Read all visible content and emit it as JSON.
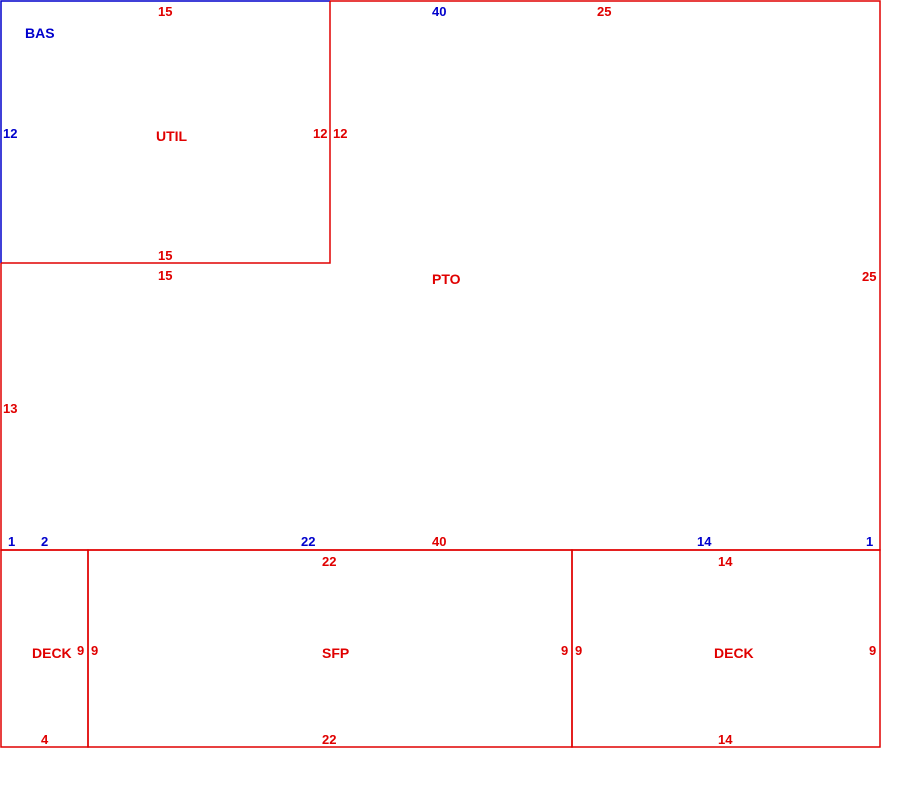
{
  "colors": {
    "red": "#e00000",
    "blue": "#0000cc"
  },
  "areas": {
    "bas": "BAS",
    "util": "UTIL",
    "pto": "PTO",
    "deck_left": "DECK",
    "sfp": "SFP",
    "deck_right": "DECK"
  },
  "dims": {
    "top_15": "15",
    "top_40": "40",
    "top_25": "25",
    "left_12": "12",
    "util_right_12": "12",
    "pto_left_12": "12",
    "util_bottom_15": "15",
    "pto_inner_15": "15",
    "right_25": "25",
    "left_13": "13",
    "bottom_1_left": "1",
    "bottom_2": "2",
    "bottom_22": "22",
    "bottom_40": "40",
    "bottom_14": "14",
    "bottom_1_right": "1",
    "sfp_top_22": "22",
    "deck_right_top_14": "14",
    "deck_left_right_9": "9",
    "sfp_left_9": "9",
    "sfp_right_9": "9",
    "deck_right_left_9": "9",
    "deck_right_right_9": "9",
    "deck_left_bottom_4": "4",
    "sfp_bottom_22": "22",
    "deck_right_bottom_14": "14"
  }
}
